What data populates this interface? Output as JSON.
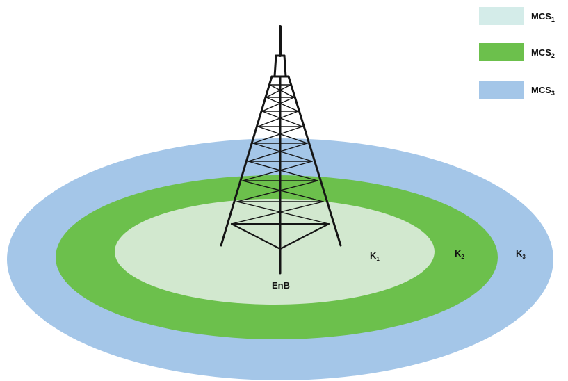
{
  "tower": {
    "label": "EnB"
  },
  "zones": [
    {
      "id": "K1",
      "base": "K",
      "sub": "1",
      "color": "#d2e8cf"
    },
    {
      "id": "K2",
      "base": "K",
      "sub": "2",
      "color": "#6cc04c"
    },
    {
      "id": "K3",
      "base": "K",
      "sub": "3",
      "color": "#a4c6e8"
    }
  ],
  "legend": [
    {
      "base": "MCS",
      "sub": "1",
      "color": "#d4ece9"
    },
    {
      "base": "MCS",
      "sub": "2",
      "color": "#6cc04c"
    },
    {
      "base": "MCS",
      "sub": "3",
      "color": "#a4c6e8"
    }
  ]
}
